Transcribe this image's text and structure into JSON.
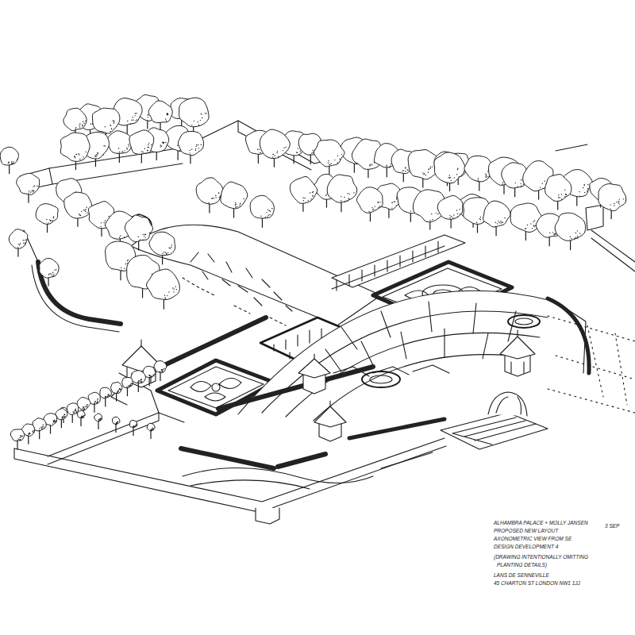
{
  "diagram": {
    "labels": [
      "ALHAMBRA PALACE + MOLLY JANSEN",
      "PROPOSED NEW LAYOUT",
      "AXONOMETRIC VIEW FROM SE",
      "DESIGN DEVELOPMENT 4",
      "(DRAWING INTENTIONALLY OMITTING",
      "PLANTING DETAILS)",
      "LANS DE SENNEVILLE",
      "45 CHARTON ST LONDON NW1 1JJ",
      "3 SEP"
    ]
  }
}
